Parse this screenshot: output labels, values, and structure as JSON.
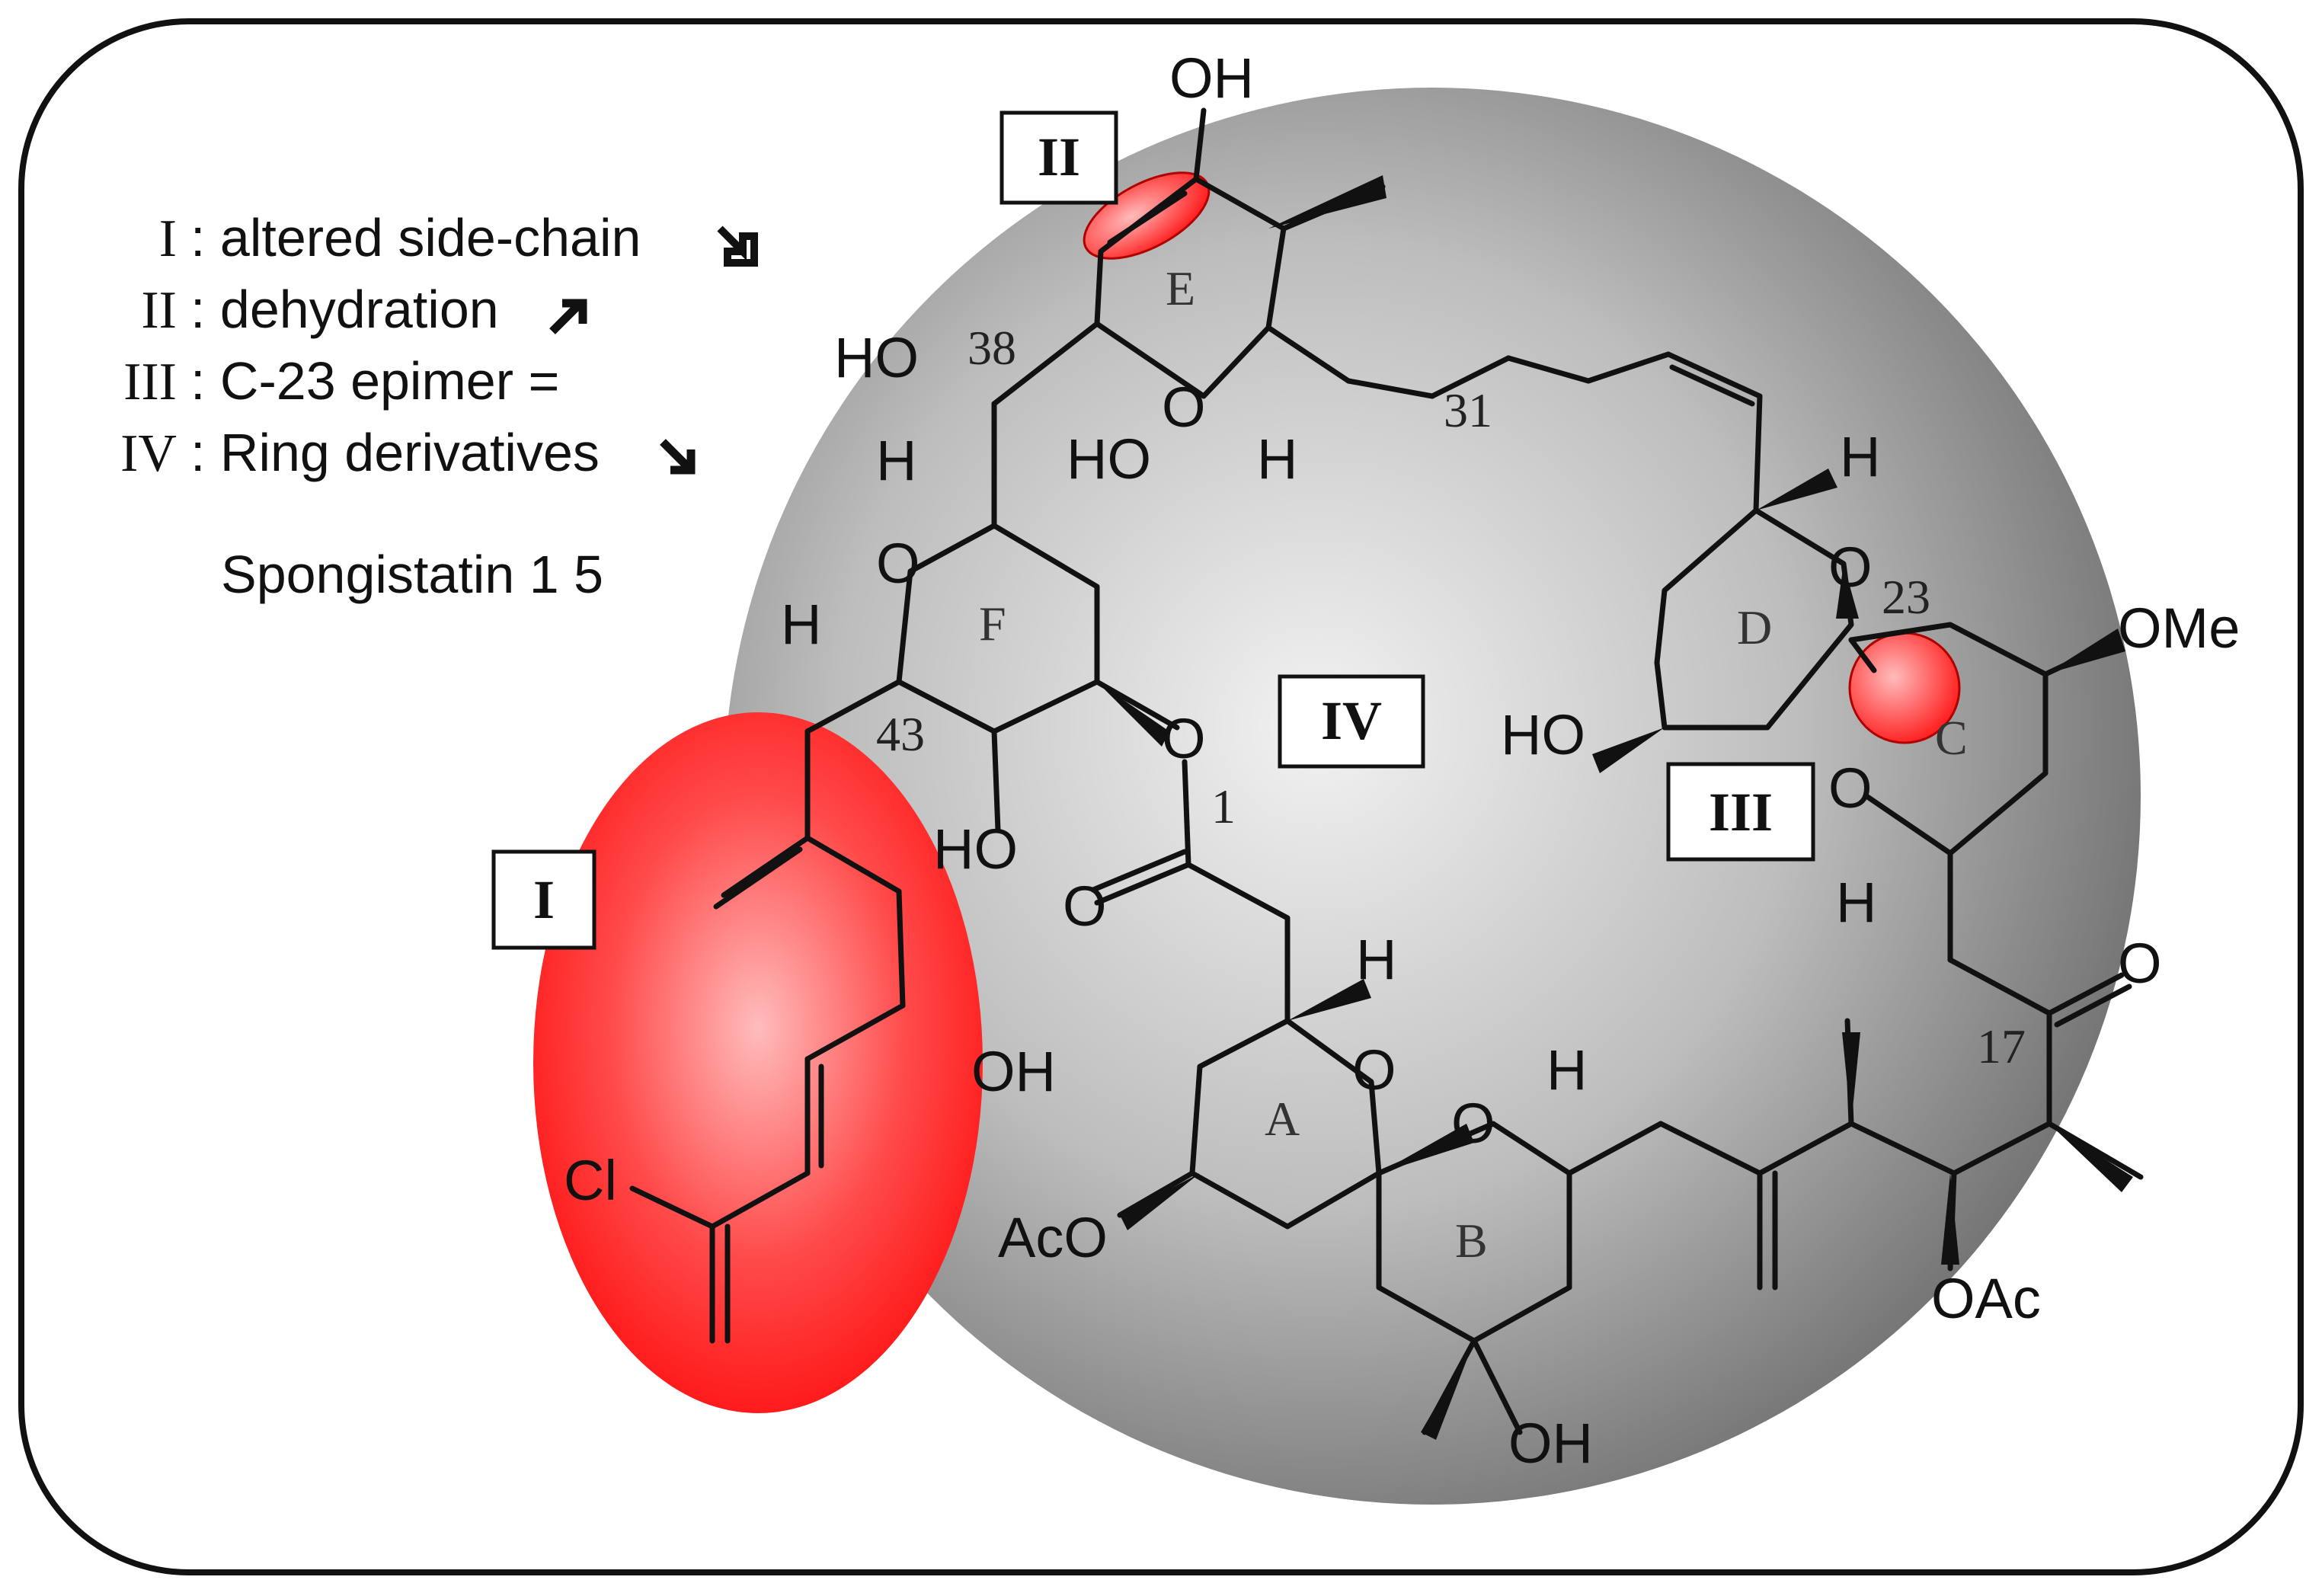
{
  "legend": {
    "items": [
      {
        "numeral": "I",
        "text": ": altered side-chain",
        "arrow": "down-right-arrow"
      },
      {
        "numeral": "II",
        "text": ": dehydration",
        "arrow": "up-right-arrow"
      },
      {
        "numeral": "III",
        "text": ": C-23 epimer =",
        "arrow": ""
      },
      {
        "numeral": "IV",
        "text": ": Ring derivatives",
        "arrow": "down-right-arrow"
      }
    ],
    "compound": "Spongistatin 1 5"
  },
  "regions": {
    "box_I": "I",
    "box_II": "II",
    "box_III": "III",
    "box_IV": "IV"
  },
  "ring_labels": {
    "A": "A",
    "B": "B",
    "C": "C",
    "D": "D",
    "E": "E",
    "F": "F"
  },
  "carbon_numbers": {
    "c1": "1",
    "c17": "17",
    "c23": "23",
    "c31": "31",
    "c38": "38",
    "c43": "43"
  },
  "atoms": {
    "oh_top": "OH",
    "ho_38": "HO",
    "ho_e_bottom": "HO",
    "h_e": "H",
    "h_f": "H",
    "o_f": "O",
    "o_e": "O",
    "h_43": "H",
    "ho_f_bottom": "HO",
    "o_ester": "O",
    "o_carbonyl": "O",
    "oh_side": "OH",
    "cl": "Cl",
    "h_a": "H",
    "o_a": "O",
    "aco": "AcO",
    "o_b": "O",
    "h_b": "H",
    "oh_b": "OH",
    "h_d": "H",
    "o_d": "O",
    "ho_d": "HO",
    "o_c_top": "O",
    "o_c_bottom": "O",
    "ome": "OMe",
    "h_c": "H",
    "o_17": "O",
    "oac": "OAc"
  },
  "colors": {
    "sphere_light": "#f2f2f2",
    "sphere_dark": "#6e6e6e",
    "highlight_red": "#ff1a1a",
    "highlight_center": "#ffbcbc",
    "frame": "#111111"
  }
}
